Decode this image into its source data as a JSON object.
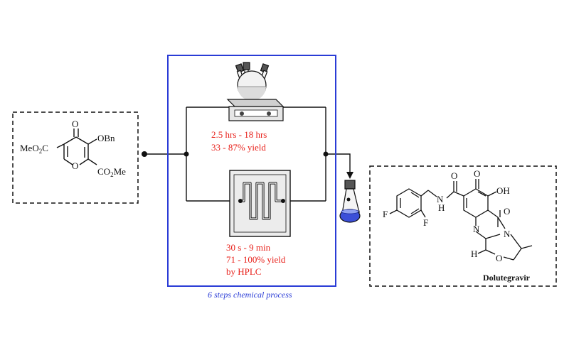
{
  "starting_material": {
    "oxo": "O",
    "ring_o": "O",
    "obn": "OBn",
    "meo2c_left": "MeO",
    "meo2c_sub": "2",
    "meo2c_right": "C",
    "co2me_left": "CO",
    "co2me_sub": "2",
    "co2me_right": "Me"
  },
  "batch": {
    "line1": "2.5 hrs - 18 hrs",
    "line2": "33 - 87% yield"
  },
  "flow": {
    "line1": "30 s - 9 min",
    "line2": "71 - 100% yield",
    "line3": "by HPLC"
  },
  "caption": "6 steps chemical process",
  "product": {
    "name": "Dolutegravir",
    "f1": "F",
    "f2": "F",
    "nh": "N",
    "h": "H",
    "amide_o": "O",
    "keto_o": "O",
    "oh": "OH",
    "lactam_o": "O",
    "n1": "N",
    "n2": "N",
    "ring_o": "O",
    "stereo_h": "H"
  },
  "colors": {
    "process_box": "#2a3cd6",
    "conditions_text": "#e8201a",
    "flask_liquid": "#3b4fd8"
  }
}
